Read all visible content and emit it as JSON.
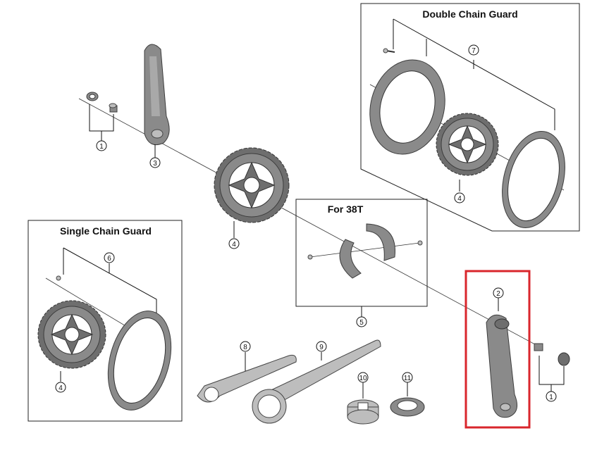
{
  "boxes": {
    "double": {
      "title": "Double Chain Guard"
    },
    "single": {
      "title": "Single Chain Guard"
    },
    "for38": {
      "title": "For 38T"
    }
  },
  "callouts": {
    "c1_top": "1",
    "c3": "3",
    "c4_center": "4",
    "c7": "7",
    "c4_double": "4",
    "c6": "6",
    "c4_single": "4",
    "c5": "5",
    "c2": "2",
    "c1_right": "1",
    "c8": "8",
    "c9": "9",
    "c10": "10",
    "c11": "11"
  },
  "highlight": {
    "color": "#d9262c",
    "target": "2"
  },
  "colors": {
    "part": "#8a8a8a",
    "outline": "#333333"
  }
}
